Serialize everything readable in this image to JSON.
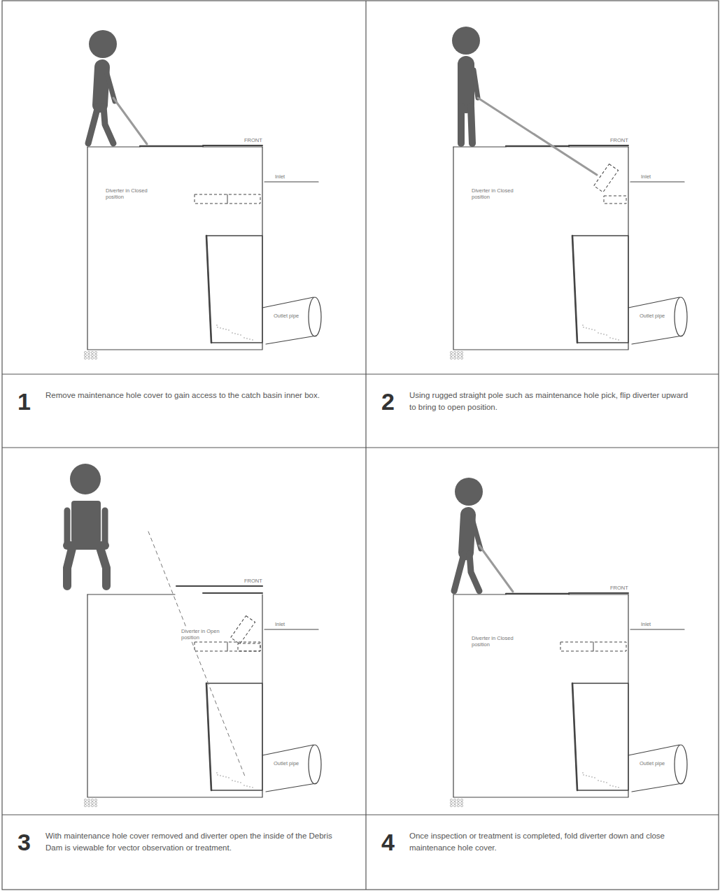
{
  "diagram": {
    "nodes": [
      {
        "text": [
          "1",
          "Remove maintenance hole cover to gain access to the catch basin inner box."
        ]
      },
      {
        "text": [
          "2",
          "Using rugged straight pole such as maintenance hole pick, flip diverter upward to bring to open position."
        ]
      },
      {
        "text": [
          "3",
          "With maintenance hole cover removed and diverter open the inside of the Debris Dam is viewable for vector observation or treatment."
        ]
      },
      {
        "text": [
          "4",
          "Once inspection or treatment is completed, fold diverter down and close maintenance hole cover."
        ]
      }
    ],
    "labels": [
      "FRONT",
      "Diverter in Closed position",
      "Inlet",
      "Outlet pipe",
      "FRONT",
      "Diverter in Closed position",
      "Inlet",
      "Outlet pipe",
      "FRONT",
      "Diverter in Open position",
      "Inlet",
      "Outlet pipe",
      "FRONT",
      "Diverter in Closed position",
      "Inlet",
      "Outlet pipe"
    ]
  }
}
